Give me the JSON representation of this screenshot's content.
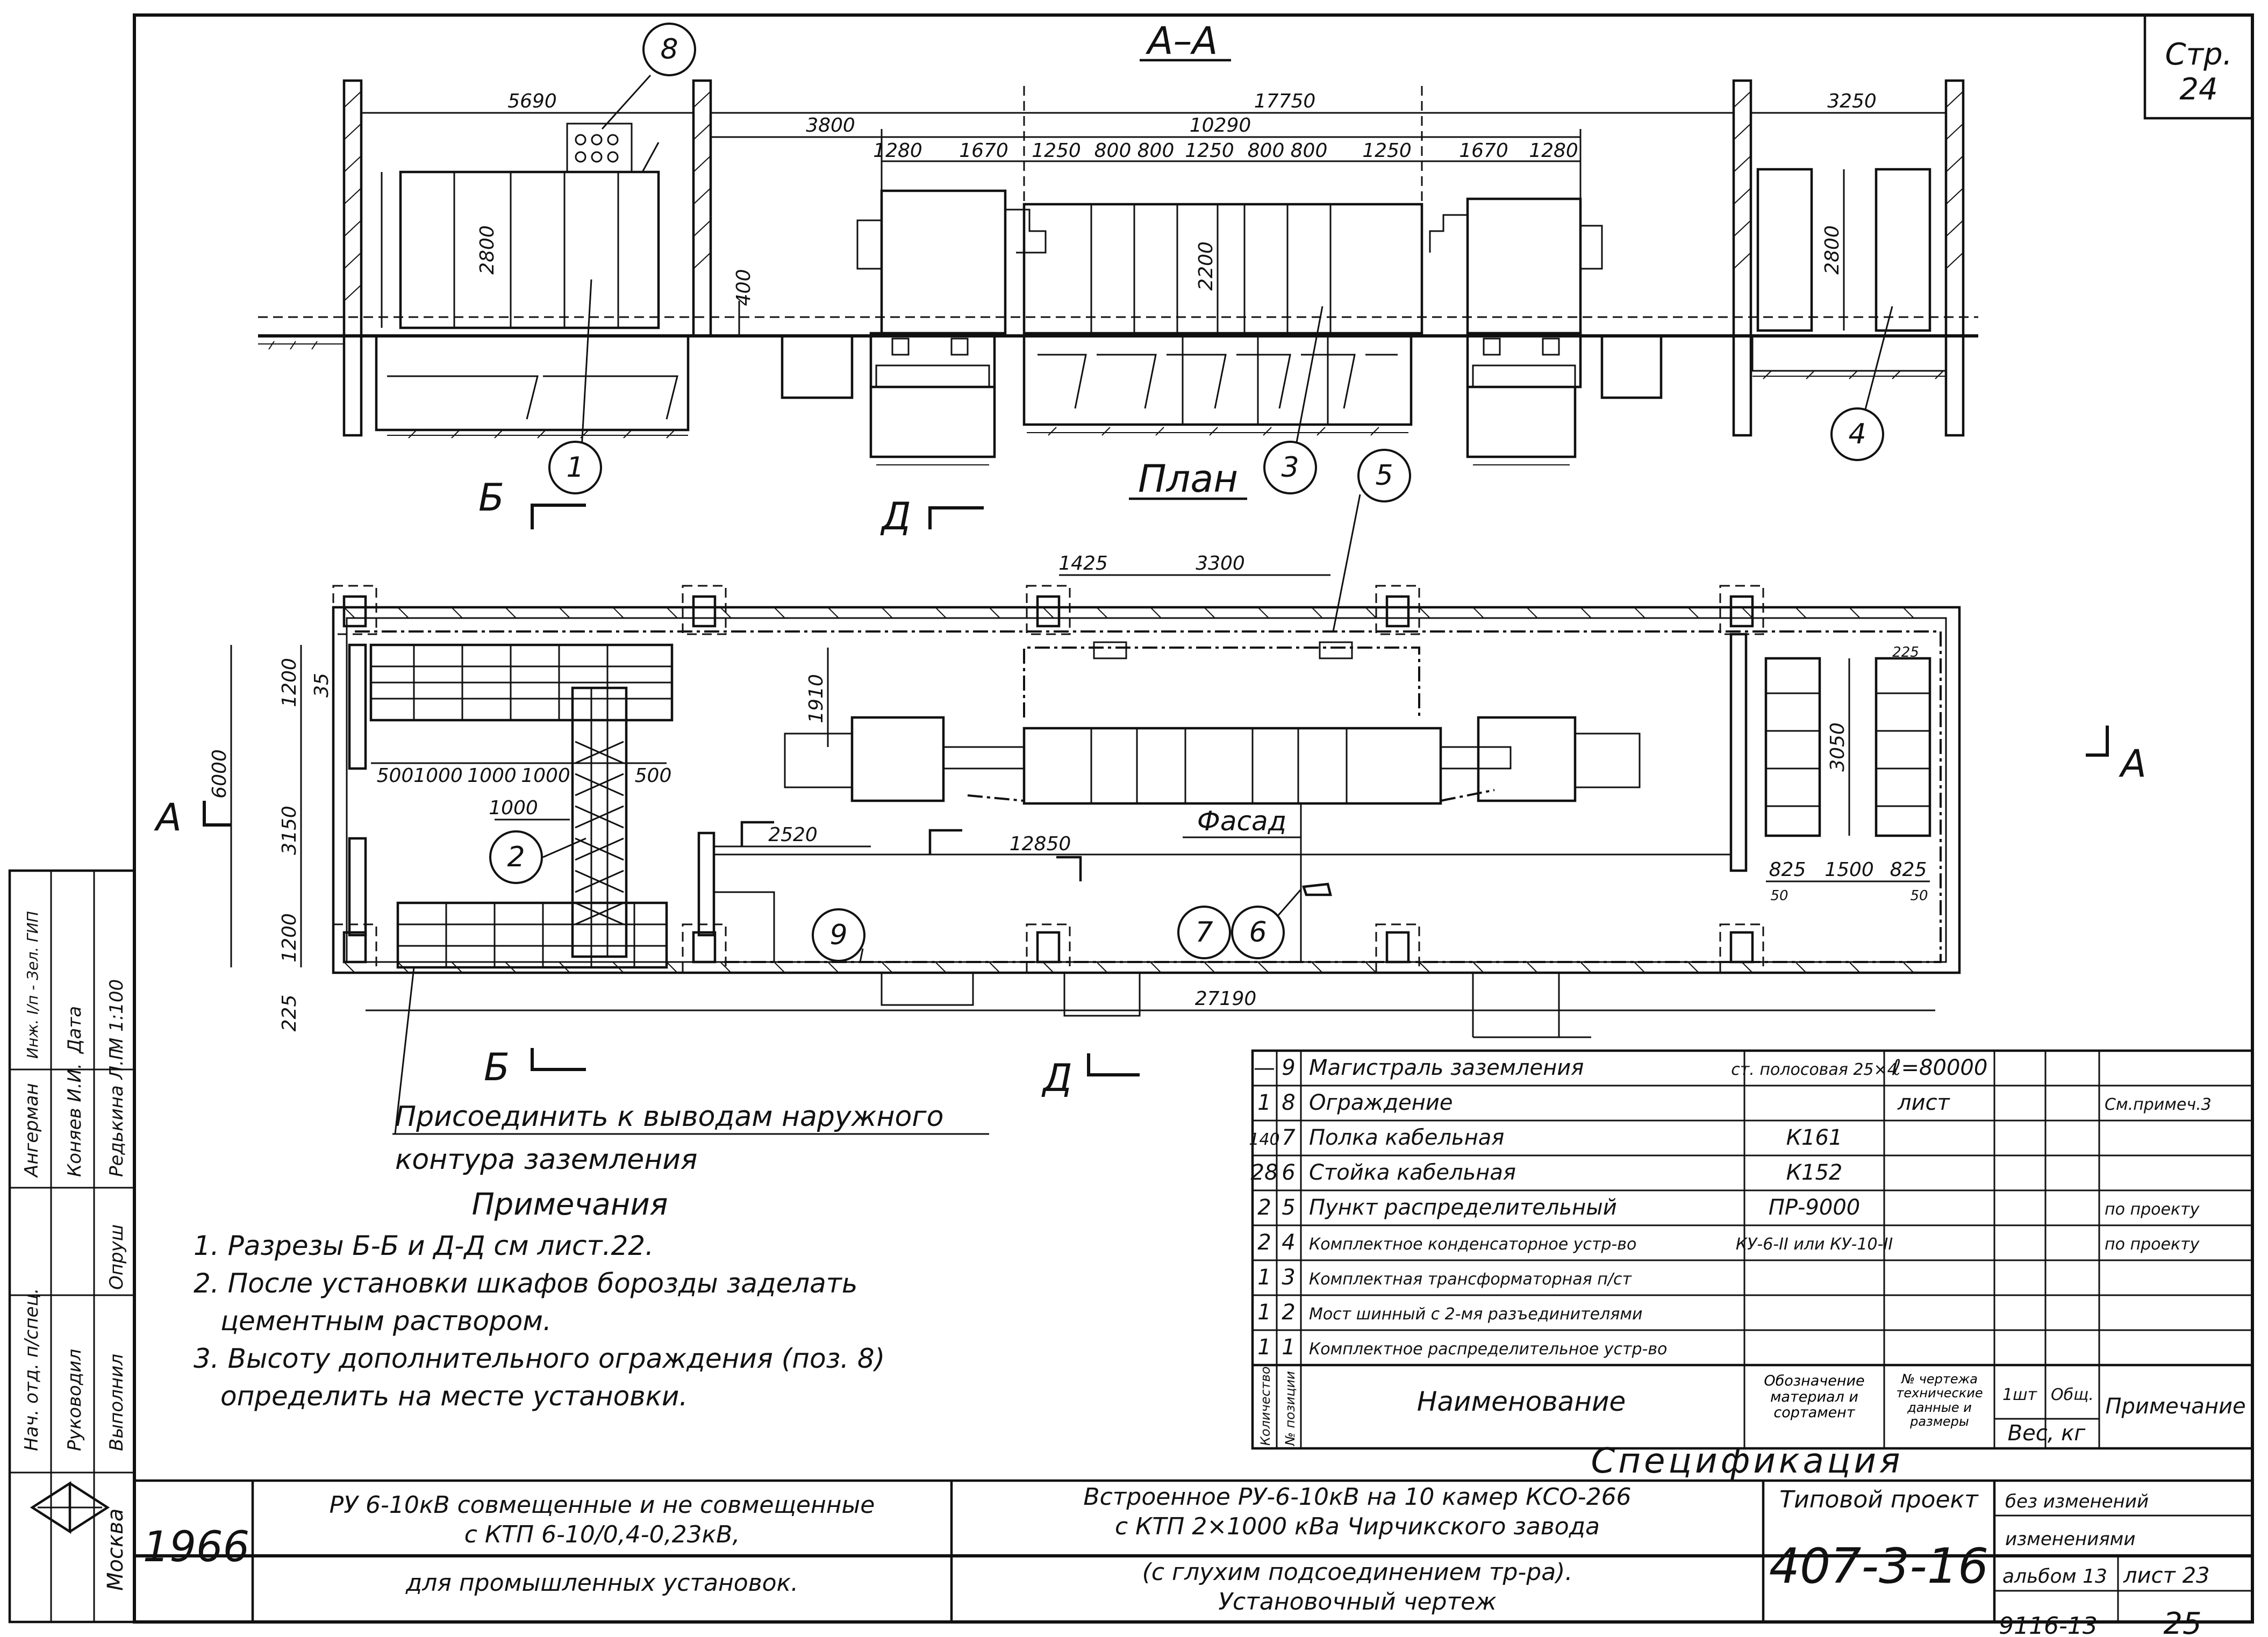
{
  "sheet": {
    "page_label": "Стр.",
    "page_number": "24",
    "bottom_number": "9116-13",
    "bottom_page": "25"
  },
  "section": {
    "title": "А–А",
    "dims": {
      "d5690": "5690",
      "d17750": "17750",
      "d3250": "3250",
      "d3800": "3800",
      "d10290": "10290",
      "d1280a": "1280",
      "d1670a": "1670",
      "d1250a": "1250",
      "d800a": "800",
      "d800b": "800",
      "d1250b": "1250",
      "d800c": "800",
      "d800d": "800",
      "d1250c": "1250",
      "d1670b": "1670",
      "d1280b": "1280",
      "h2800a": "2800",
      "h400": "400",
      "h2200": "2200",
      "h2800b": "2800"
    }
  },
  "plan": {
    "title": "План",
    "dims": {
      "d1425": "1425",
      "d3300": "3300",
      "d1910": "1910",
      "d1200a": "1200",
      "d35": "35",
      "d500a": "500",
      "d1000a": "1000",
      "d1000b": "1000",
      "d1000c": "1000",
      "d500b": "500",
      "d1000d": "1000",
      "d6000": "6000",
      "d3150": "3150",
      "d1200b": "1200",
      "d225a": "225",
      "d2520": "2520",
      "d12850": "12850",
      "d27190": "27190",
      "d3050": "3050",
      "d225b": "225",
      "d825a": "825",
      "d1500": "1500",
      "d825b": "825",
      "d50a": "50",
      "d50b": "50"
    },
    "facade": "Фасад",
    "cut_b": "Б",
    "cut_d": "Д",
    "cut_a": "А",
    "ground_note_1": "Присоединить к выводам наружного",
    "ground_note_2": "контура заземления"
  },
  "bubbles": [
    "1",
    "2",
    "3",
    "4",
    "5",
    "6",
    "7",
    "8",
    "9"
  ],
  "notes": {
    "heading": "Примечания",
    "lines": [
      "1. Разрезы Б-Б и Д-Д см лист.22.",
      "2. После установки шкафов борозды заделать",
      "цементным раствором.",
      "3. Высоту дополнительного ограждения (поз. 8)",
      "определить на месте установки."
    ]
  },
  "spec": {
    "caption": "Спецификация",
    "header": {
      "qty": "Количество",
      "pos": "№ позиции",
      "name": "Наименование",
      "designation": "Обозначение материал и сортамент",
      "drawing": "№ чертежа технические данные и размеры",
      "w1": "1шт",
      "w2": "Общ.",
      "weight": "Вес, кг",
      "remark": "Примечание"
    },
    "rows": [
      {
        "qty": "—",
        "pos": "9",
        "name": "Магистраль заземления",
        "des": "ст. полосовая 25×4",
        "drw": "ℓ=80000",
        "rem": ""
      },
      {
        "qty": "1",
        "pos": "8",
        "name": "Ограждение",
        "des": "",
        "drw": "лист",
        "rem": "См.примеч.3"
      },
      {
        "qty": "140",
        "pos": "7",
        "name": "Полка кабельная",
        "des": "К161",
        "drw": "",
        "rem": ""
      },
      {
        "qty": "28",
        "pos": "6",
        "name": "Стойка кабельная",
        "des": "К152",
        "drw": "",
        "rem": ""
      },
      {
        "qty": "2",
        "pos": "5",
        "name": "Пункт распределительный",
        "des": "ПР-9000",
        "drw": "",
        "rem": "по проекту"
      },
      {
        "qty": "2",
        "pos": "4",
        "name": "Комплектное конденсаторное устр-во",
        "des": "КУ-6-II или КУ-10-II",
        "drw": "",
        "rem": "по проекту"
      },
      {
        "qty": "1",
        "pos": "3",
        "name": "Комплектная трансформаторная п/ст",
        "des": "",
        "drw": "",
        "rem": ""
      },
      {
        "qty": "1",
        "pos": "2",
        "name": "Мост шинный с 2-мя разъединителями",
        "des": "",
        "drw": "",
        "rem": ""
      },
      {
        "qty": "1",
        "pos": "1",
        "name": "Комплектное распределительное устр-во",
        "des": "",
        "drw": "",
        "rem": ""
      }
    ]
  },
  "titleblock": {
    "year": "1966",
    "org": "Москва",
    "series_1": "РУ 6-10кВ совмещенные и не совмещенные",
    "series_2": "с КТП 6-10/0,4-0,23кВ,",
    "series_3": "для промышленных установок.",
    "desc_1": "Встроенное РУ-6-10кВ на 10 камер КСО-266",
    "desc_2": "с КТП 2×1000 кВа Чирчикского завода",
    "desc_3": "(с глухим подсоединением тр-ра).",
    "desc_4": "Установочный чертеж",
    "typical": "Типовой проект",
    "project": "407-3-16",
    "no_change": "без изменений",
    "with_change": "изменениями",
    "album": "альбом 13",
    "sheet": "лист 23"
  },
  "side_stamp": {
    "rows": [
      {
        "role": "Нач. отд. п/спец.",
        "name": ""
      },
      {
        "role": "Руководил",
        "name": ""
      },
      {
        "role": "Выполнил",
        "name": "Опруш"
      }
    ],
    "upper": [
      {
        "role": "Ангерман",
        "name": "Инж. I/п - Зел. ГИП"
      },
      {
        "role": "Коняев И.И.",
        "name": "Дата"
      },
      {
        "role": "Редькина Л.Г.",
        "name": "М 1:100"
      }
    ]
  }
}
